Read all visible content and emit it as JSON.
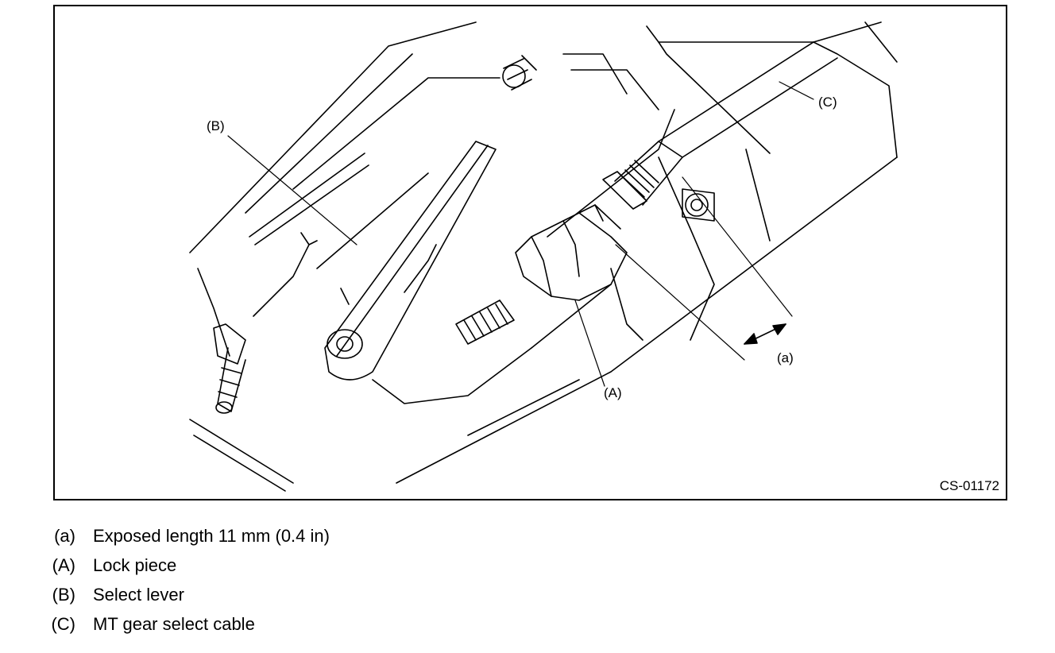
{
  "figure": {
    "id": "CS-01172",
    "callouts": {
      "a": "(a)",
      "A": "(A)",
      "B": "(B)",
      "C": "(C)"
    }
  },
  "legend": [
    {
      "key": "(a)",
      "text": "Exposed length 11 mm (0.4 in)"
    },
    {
      "key": "(A)",
      "text": "Lock piece"
    },
    {
      "key": "(B)",
      "text": "Select lever"
    },
    {
      "key": "(C)",
      "text": "MT gear select cable"
    }
  ]
}
